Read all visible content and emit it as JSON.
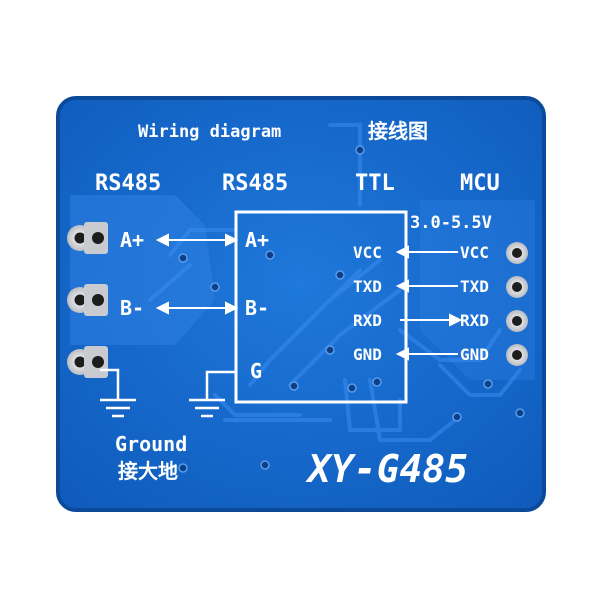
{
  "board": {
    "title": "Wiring diagram",
    "title_cjk": "接线图",
    "model": "XY-G485",
    "colors": {
      "pcb": "#1668c9",
      "pcb_dark": "#0e53ac",
      "trace": "#2a7be0",
      "silk": "#ffffff",
      "pad": "#e8e8ea",
      "pad_hole": "#1d1d1d"
    }
  },
  "headers": {
    "left": "RS485",
    "center": "RS485",
    "ttl": "TTL",
    "mcu": "MCU"
  },
  "voltage": "3.0-5.5V",
  "left_pins": {
    "a": "A+",
    "b": "B-"
  },
  "chip_left_pins": {
    "a": "A+",
    "b": "B-",
    "g": "G"
  },
  "chip_right_pins": [
    "VCC",
    "TXD",
    "RXD",
    "GND"
  ],
  "mcu_pins": [
    "VCC",
    "TXD",
    "RXD",
    "GND"
  ],
  "ground": {
    "label": "Ground",
    "label_cjk": "接大地"
  }
}
